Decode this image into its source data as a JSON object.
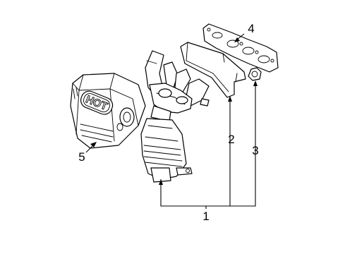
{
  "diagram": {
    "callouts": [
      {
        "id": "1",
        "label": "1"
      },
      {
        "id": "2",
        "label": "2"
      },
      {
        "id": "3",
        "label": "3"
      },
      {
        "id": "4",
        "label": "4"
      },
      {
        "id": "5",
        "label": "5"
      }
    ],
    "heat_shield_marking": "HOT"
  }
}
